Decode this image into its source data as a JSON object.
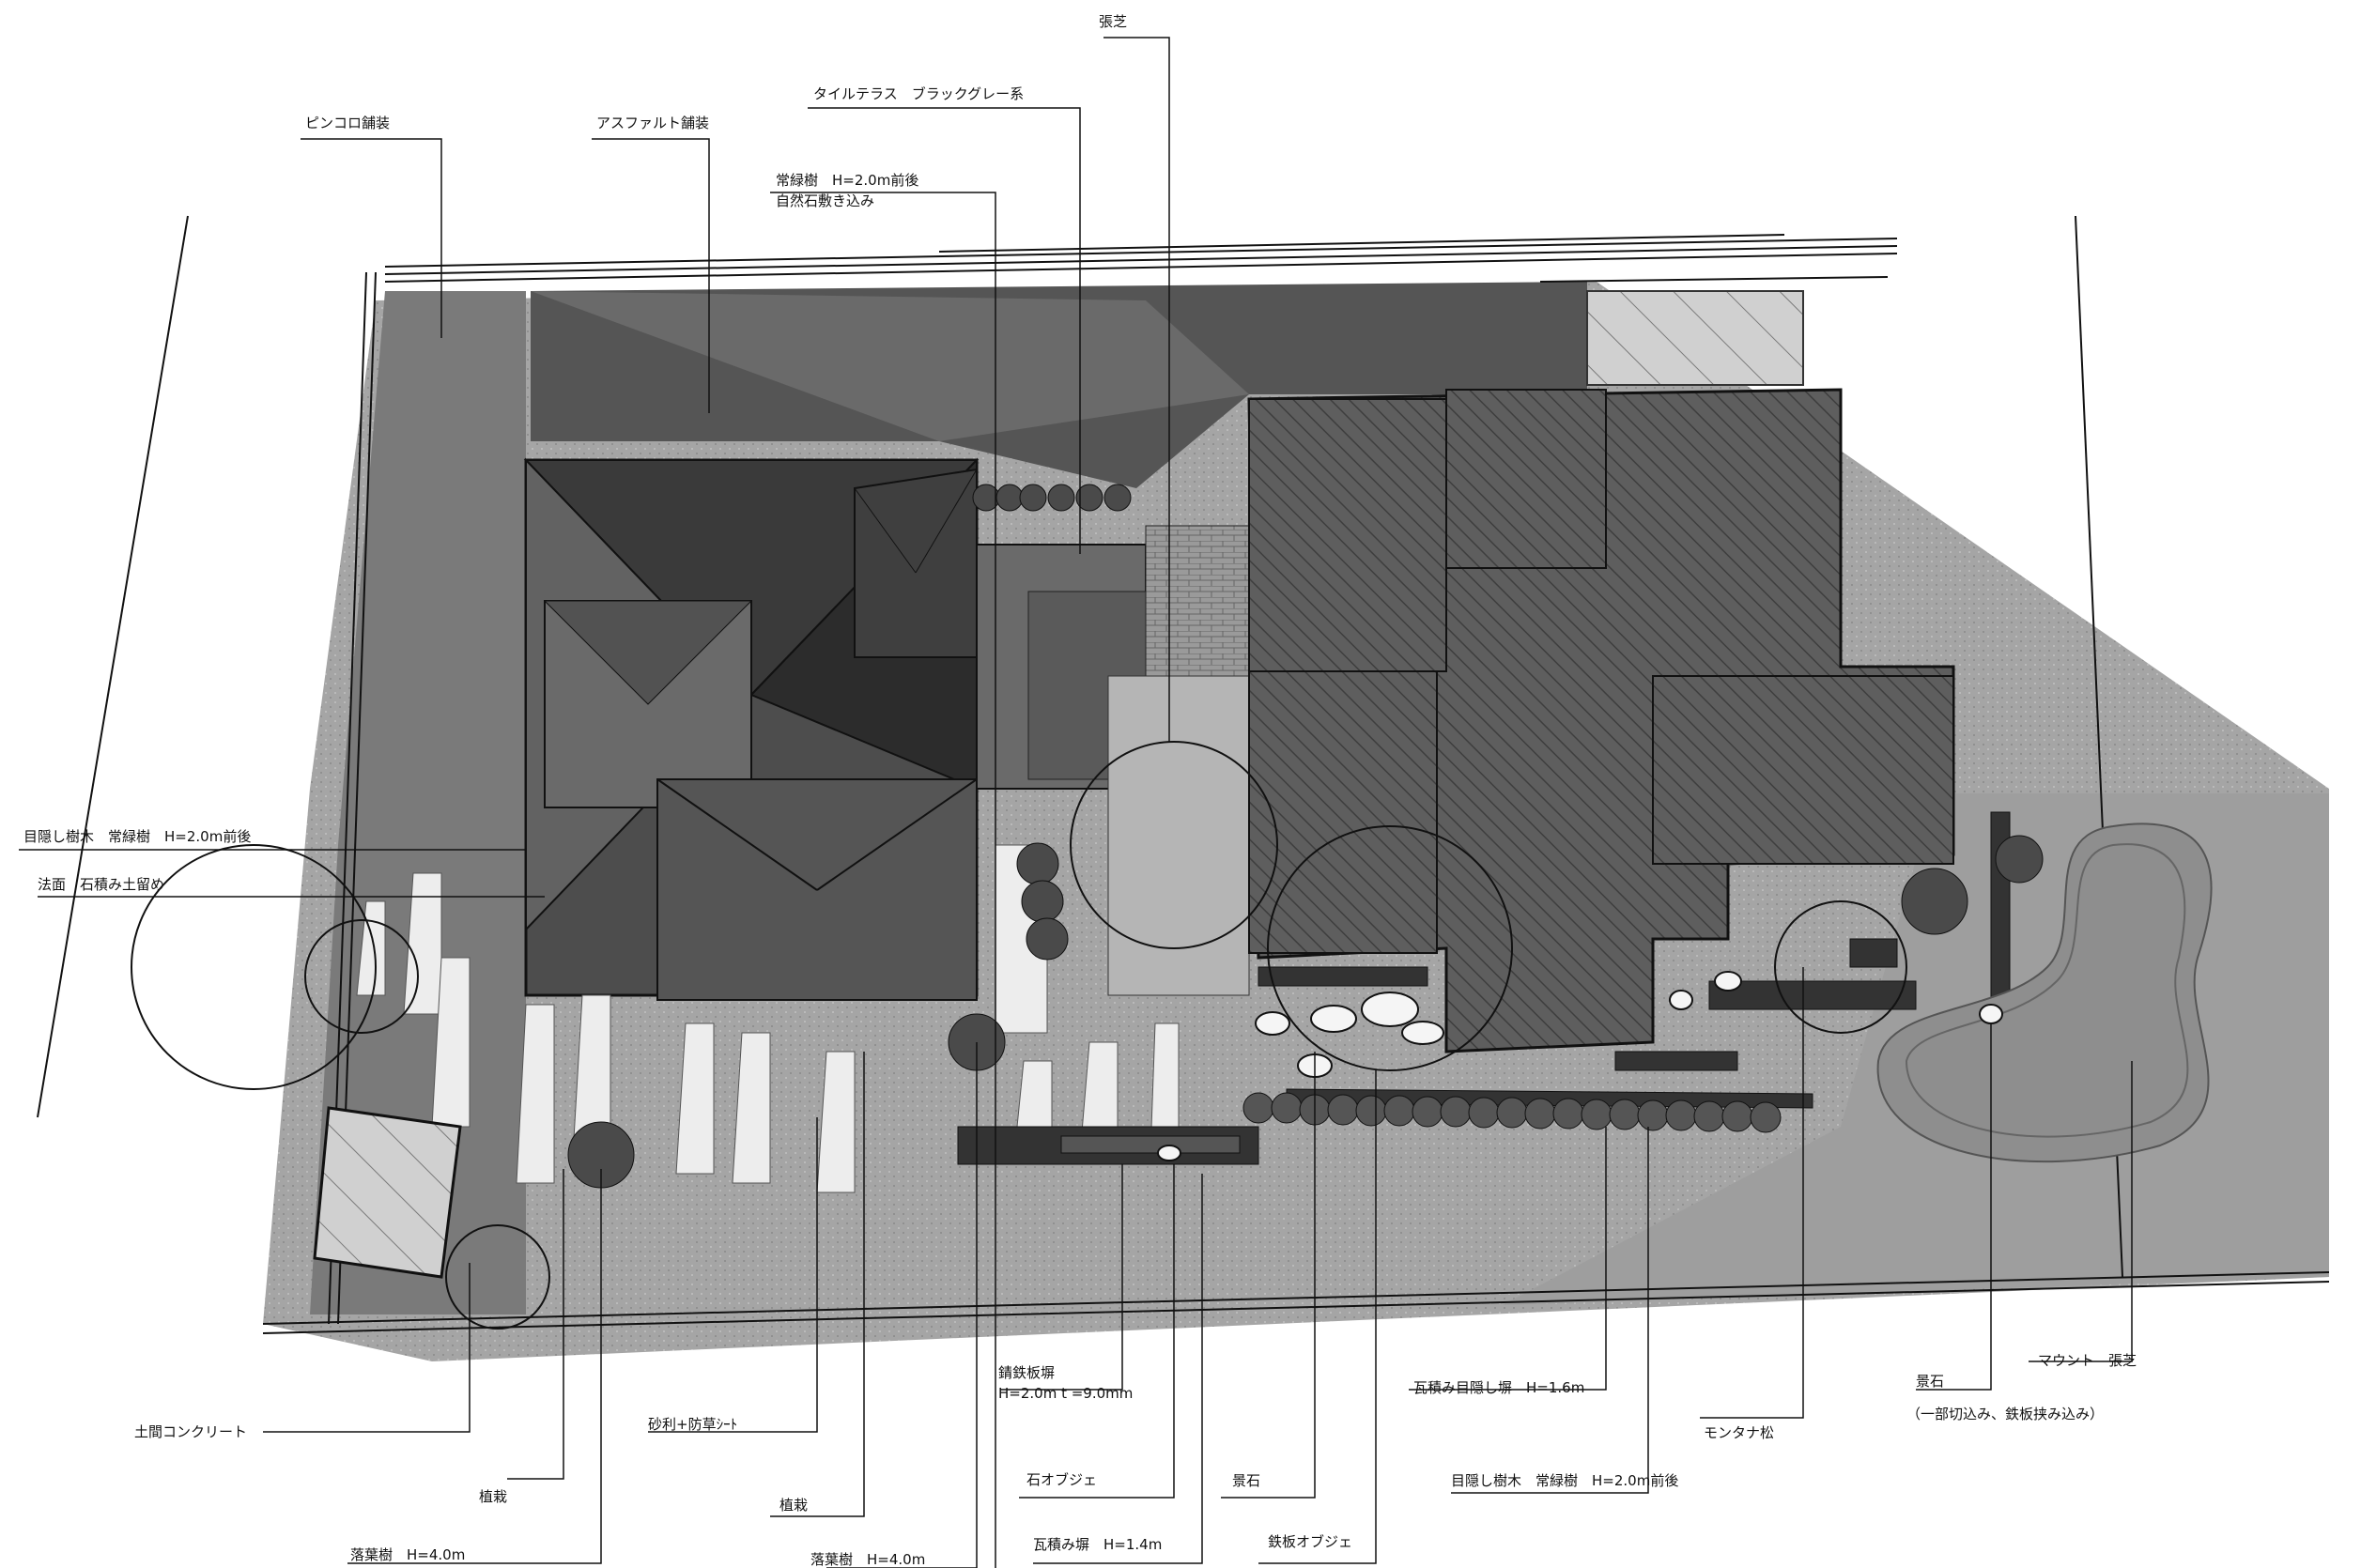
{
  "drawing": {
    "labels": {
      "pinkoro": "ピンコロ舗装",
      "asphalt": "アスファルト舗装",
      "tile_terrace": "タイルテラス　ブラックグレー系",
      "koshiba_top": "張芝",
      "evergreen_top_1": "常緑樹　H=2.0m前後",
      "evergreen_top_2": "自然石敷き込み",
      "screen_tree_left": "目隠し樹木　常緑樹　H=2.0m前後",
      "slope_wall": "法面　石積み土留め",
      "doma_concrete": "土間コンクリート",
      "gravel_sheet": "砂利+防草ｼｰﾄ",
      "planting_1": "植栽",
      "planting_2": "植栽",
      "deciduous_1": "落葉樹　H=4.0m",
      "deciduous_2": "落葉樹　H=4.0m",
      "rust_steel_1": "錆鉄板塀",
      "rust_steel_2": "H=2.0m t =9.0mm",
      "stone_object": "石オブジェ",
      "tile_wall_14": "瓦積み塀　H=1.4m",
      "landscape_stone": "景石",
      "steel_object": "鉄板オブジェ",
      "tile_screen_16": "瓦積み目隠し塀　H=1.6m",
      "screen_tree_right": "目隠し樹木　常緑樹　H=2.0m前後",
      "montana_pine": "モンタナ松",
      "landscape_stone_2": "景石",
      "landscape_stone_2_note": "（一部切込み、鉄板挟み込み）",
      "mound": "マウント　張芝"
    },
    "colors": {
      "asphalt": "#555555",
      "pinkoro": "#7a7a7a",
      "gravel": "#a9a9a9",
      "roof_dark": "#3a3a3a",
      "roof_mid": "#4d4d4d",
      "roof_light": "#626262",
      "house_right": "#5e5e5e",
      "tile_terrace": "#6a6a6a",
      "lawn": "#b5b5b5",
      "paving_slab": "#e8e8e8",
      "lines": "#111111"
    }
  }
}
